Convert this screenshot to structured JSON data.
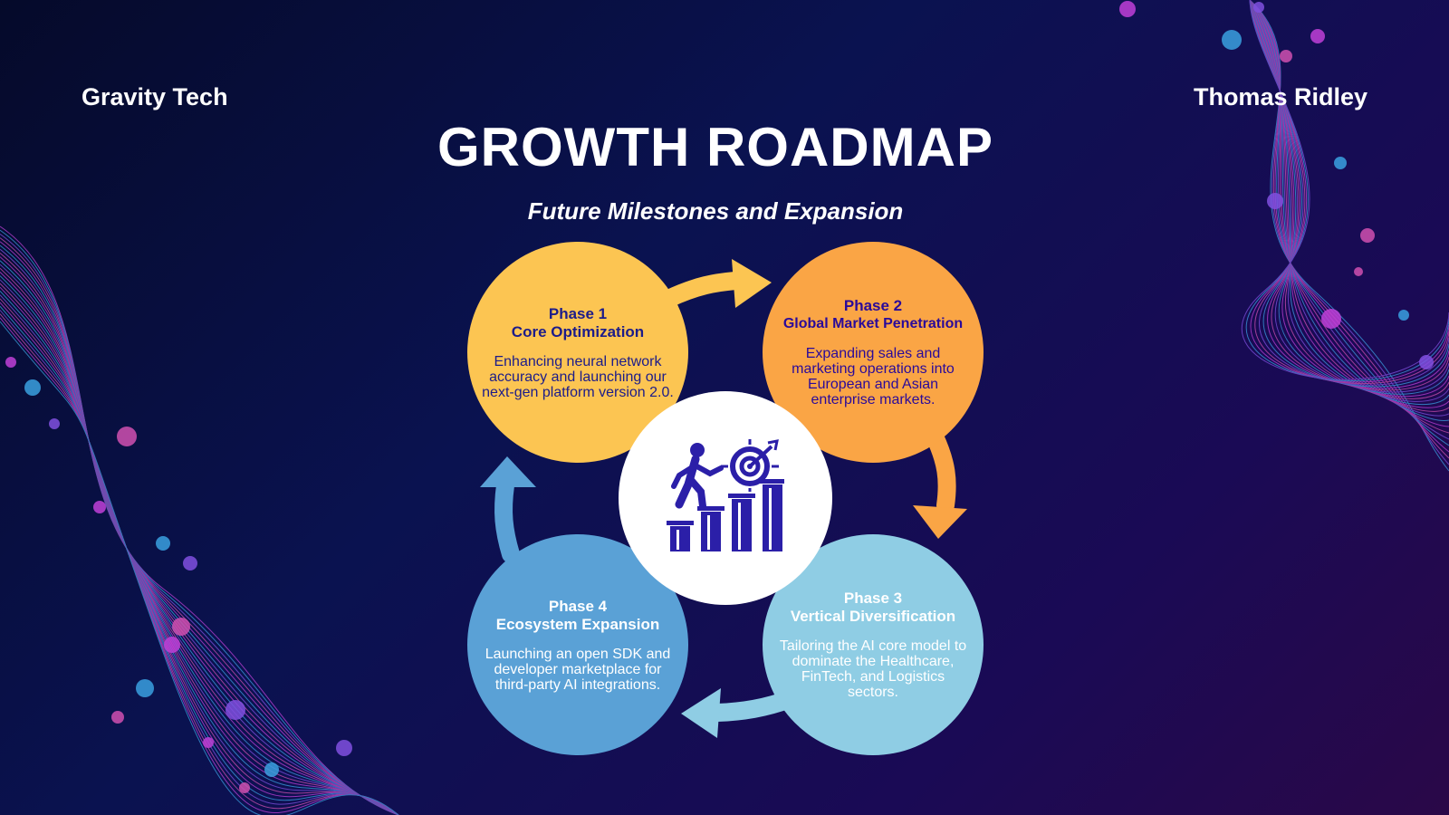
{
  "header": {
    "company": "Gravity Tech",
    "presenter": "Thomas Ridley",
    "title": "GROWTH ROADMAP",
    "subtitle": "Future Milestones and Expansion"
  },
  "phases": [
    {
      "number": "Phase 1",
      "name": "Core Optimization",
      "description": "Enhancing neural network accuracy and launching our next-gen platform version 2.0.",
      "color": "#fcc552"
    },
    {
      "number": "Phase 2",
      "name": "Global Market Penetration",
      "description": "Expanding sales and marketing operations into European and Asian enterprise markets.",
      "color": "#faa545"
    },
    {
      "number": "Phase 3",
      "name": "Vertical Diversification",
      "description": "Tailoring the AI core model to dominate the Healthcare, FinTech, and Logistics sectors.",
      "color": "#8fcde4"
    },
    {
      "number": "Phase 4",
      "name": "Ecosystem Expansion",
      "description": "Launching an open SDK and developer marketplace for third-party AI integrations.",
      "color": "#5aa1d6"
    }
  ],
  "center_icon": "growth-target-icon",
  "colors": {
    "background_start": "#050a2a",
    "background_end": "#2a0848",
    "icon_color": "#2b1fa8"
  }
}
